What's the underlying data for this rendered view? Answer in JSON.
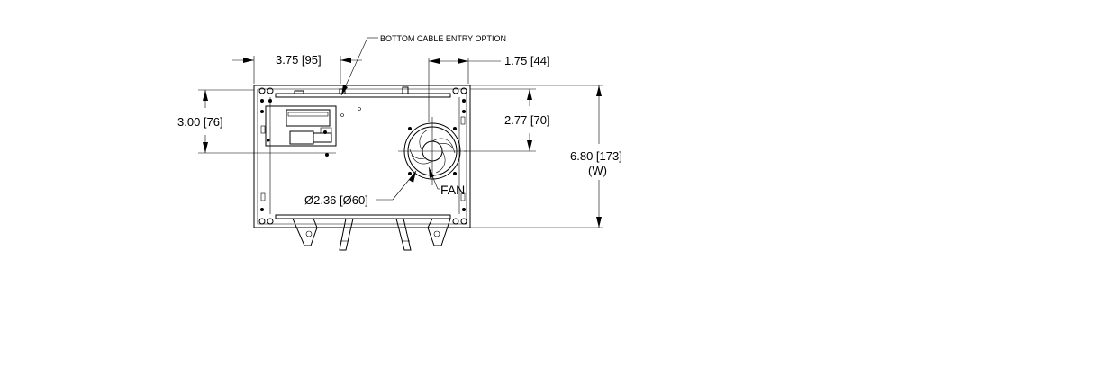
{
  "labels": {
    "cable_entry": "BOTTOM CABLE ENTRY OPTION",
    "dim_width_top": "3.75 [95]",
    "dim_right_top": "1.75 [44]",
    "dim_left_height": "3.00 [76]",
    "dim_fan_offset": "2.77 [70]",
    "dim_overall": "6.80 [173]",
    "dim_overall_note": "(W)",
    "fan_diameter": "Ø2.36 [Ø60]",
    "fan": "FAN"
  }
}
